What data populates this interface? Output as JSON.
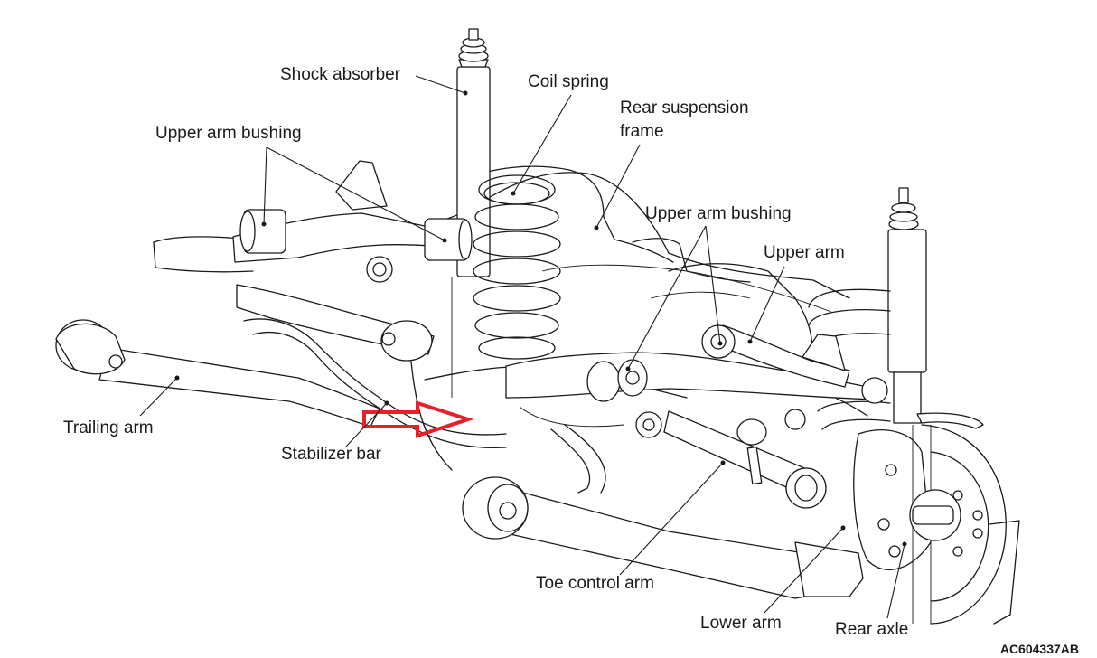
{
  "diagram": {
    "title": "Rear suspension assembly",
    "figure_code": "AC604337AB",
    "highlight_arrow": {
      "color": "#e8202a",
      "direction": "right",
      "target": "Rear suspension frame mounting"
    },
    "callouts": [
      {
        "id": "shock-absorber",
        "text": "Shock absorber"
      },
      {
        "id": "coil-spring",
        "text": "Coil spring"
      },
      {
        "id": "rear-suspension-frame",
        "text": "Rear suspension\nframe",
        "lines": [
          "Rear suspension",
          "frame"
        ]
      },
      {
        "id": "upper-arm-bushing-left",
        "text": "Upper arm bushing"
      },
      {
        "id": "upper-arm-bushing-right",
        "text": "Upper arm bushing"
      },
      {
        "id": "upper-arm",
        "text": "Upper arm"
      },
      {
        "id": "trailing-arm",
        "text": "Trailing arm"
      },
      {
        "id": "stabilizer-bar",
        "text": "Stabilizer bar"
      },
      {
        "id": "toe-control-arm",
        "text": "Toe control arm"
      },
      {
        "id": "lower-arm",
        "text": "Lower arm"
      },
      {
        "id": "rear-axle",
        "text": "Rear axle"
      }
    ]
  }
}
